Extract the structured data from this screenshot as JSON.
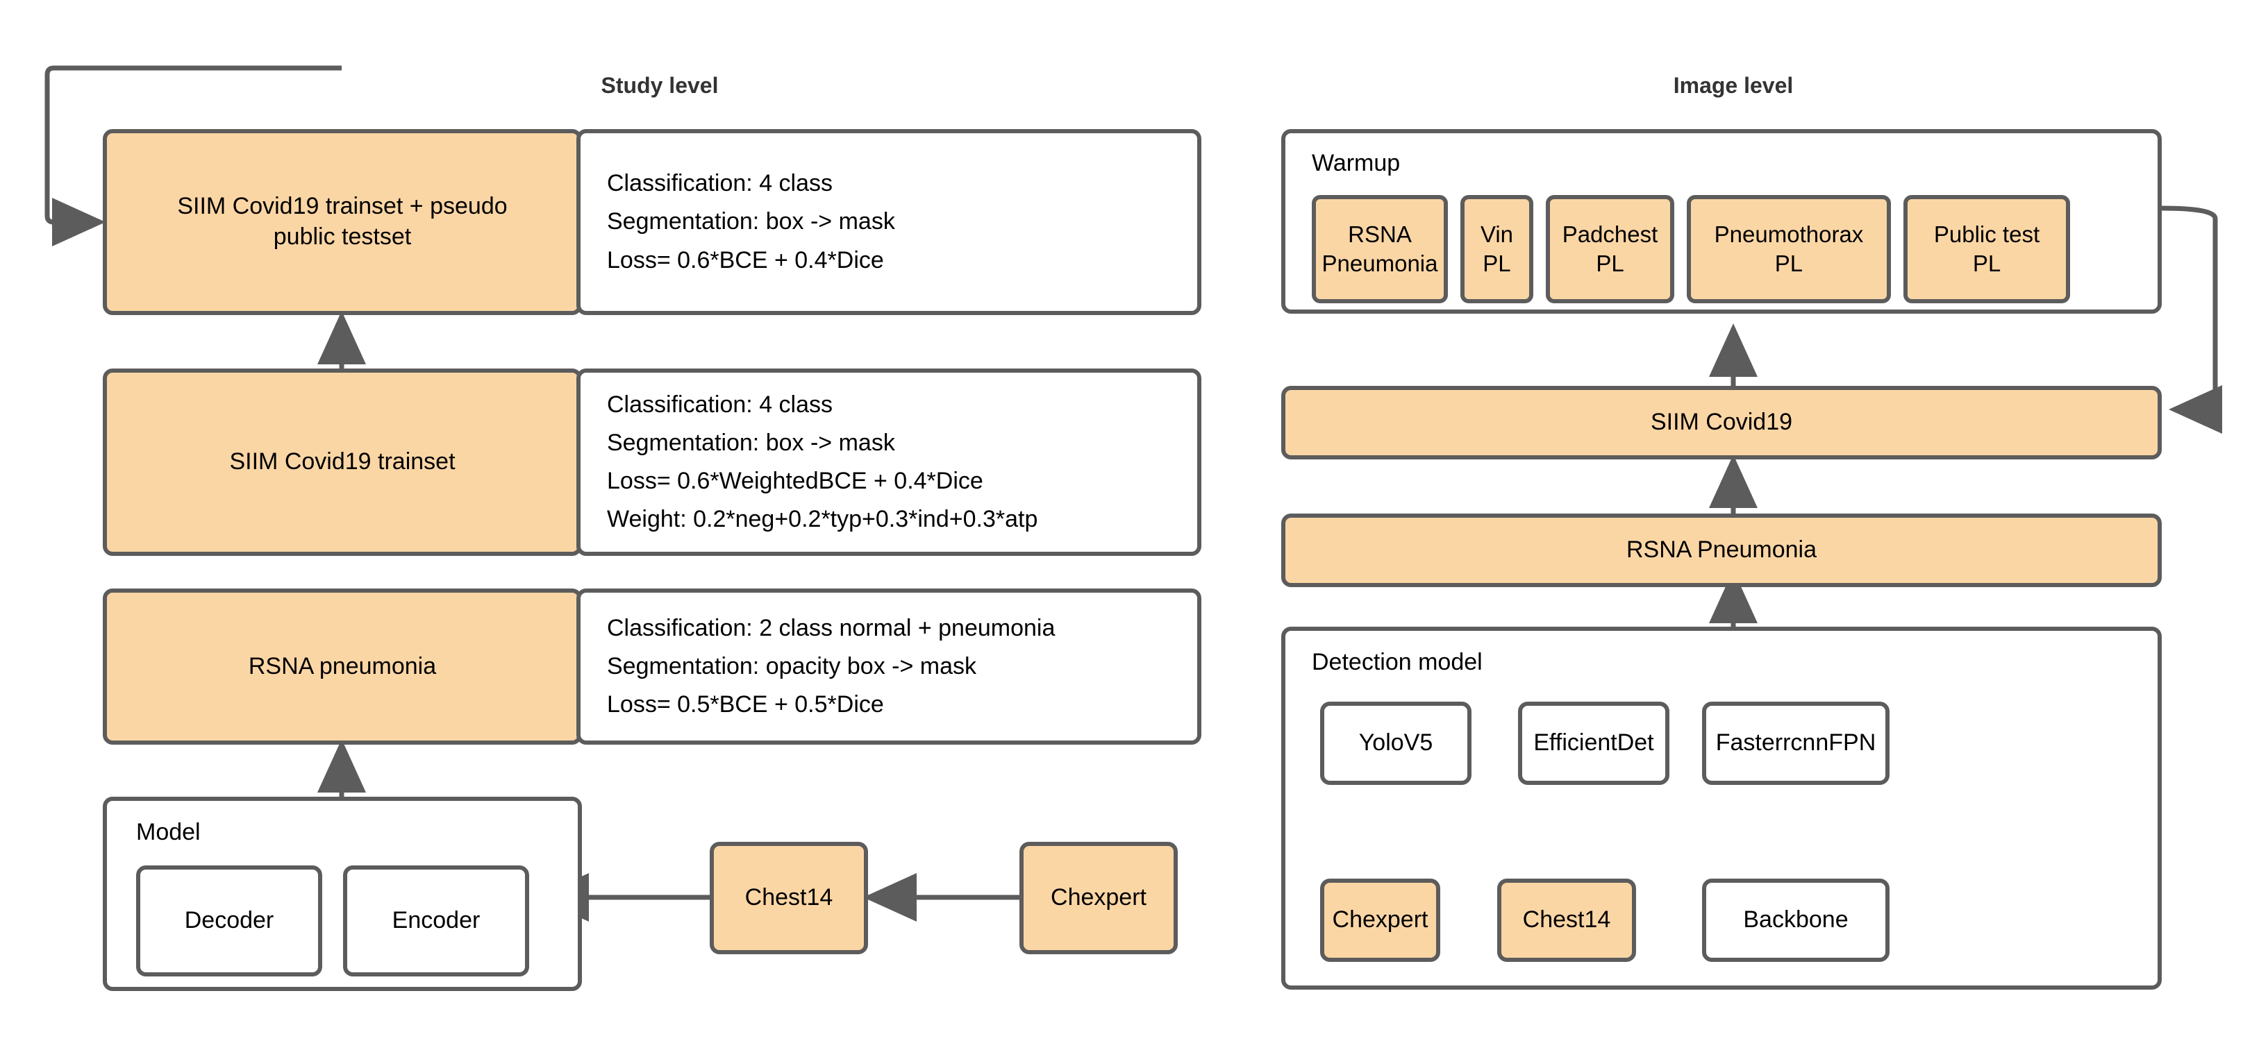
{
  "diagram": {
    "title_left": "Study level",
    "title_right": "Image level",
    "colors": {
      "node_fill_orange": "#FBD6A5",
      "node_fill_white": "#FFFFFF",
      "stroke": "#5C5C5C",
      "text": "#000000",
      "header_text": "#333333"
    }
  },
  "study_level": {
    "header": "Study level",
    "stages": [
      {
        "dataset": "SIIM Covid19 trainset + pseudo\npublic testset",
        "detail": "Classification: 4 class\nSegmentation: box -> mask\nLoss= 0.6*BCE + 0.4*Dice"
      },
      {
        "dataset": "SIIM Covid19 trainset",
        "detail": "Classification: 4 class\nSegmentation: box -> mask\nLoss= 0.6*WeightedBCE + 0.4*Dice\nWeight: 0.2*neg+0.2*typ+0.3*ind+0.3*atp"
      },
      {
        "dataset": "RSNA pneumonia",
        "detail": "Classification: 2 class normal + pneumonia\nSegmentation: opacity box -> mask\nLoss= 0.5*BCE + 0.5*Dice"
      }
    ],
    "model_group": {
      "title": "Model",
      "parts": [
        "Decoder",
        "Encoder"
      ]
    },
    "pretrain_chain": [
      "Chest14",
      "Chexpert"
    ]
  },
  "image_level": {
    "header": "Image level",
    "warmup_group": {
      "title": "Warmup",
      "datasets": [
        "RSNA\nPneumonia",
        "Vin\nPL",
        "Padchest\nPL",
        "Pneumothorax\nPL",
        "Public test\nPL"
      ]
    },
    "stages": [
      "SIIM Covid19",
      "RSNA Pneumonia"
    ],
    "detection_group": {
      "title": "Detection model",
      "detectors": [
        "YoloV5",
        "EfficientDet",
        "FasterrcnnFPN"
      ],
      "backbone_chain": [
        "Chexpert",
        "Chest14",
        "Backbone"
      ]
    }
  }
}
